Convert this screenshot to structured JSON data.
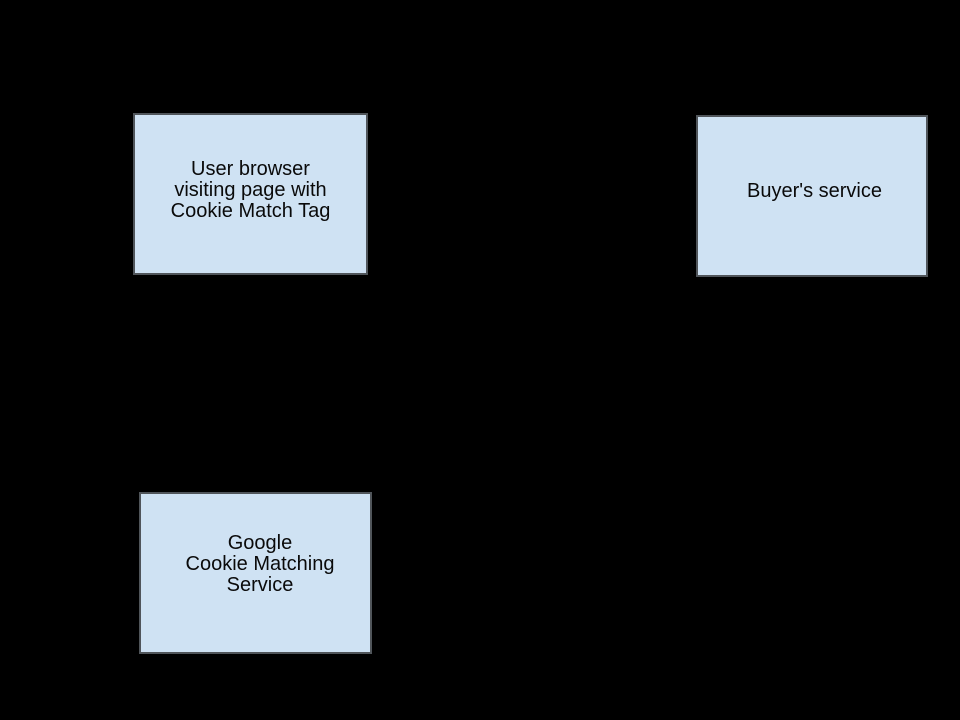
{
  "diagram": {
    "background_color": "#000000",
    "node_fill_color": "#cfe2f3",
    "node_border_color": "#50555a",
    "text_color": "#0a0a0a",
    "nodes": [
      {
        "id": "user-browser",
        "label": "User browser\nvisiting page with\nCookie Match Tag"
      },
      {
        "id": "buyers-service",
        "label": "Buyer's service"
      },
      {
        "id": "google-cookie-matching-service",
        "label": "Google\nCookie Matching\nService"
      }
    ]
  }
}
